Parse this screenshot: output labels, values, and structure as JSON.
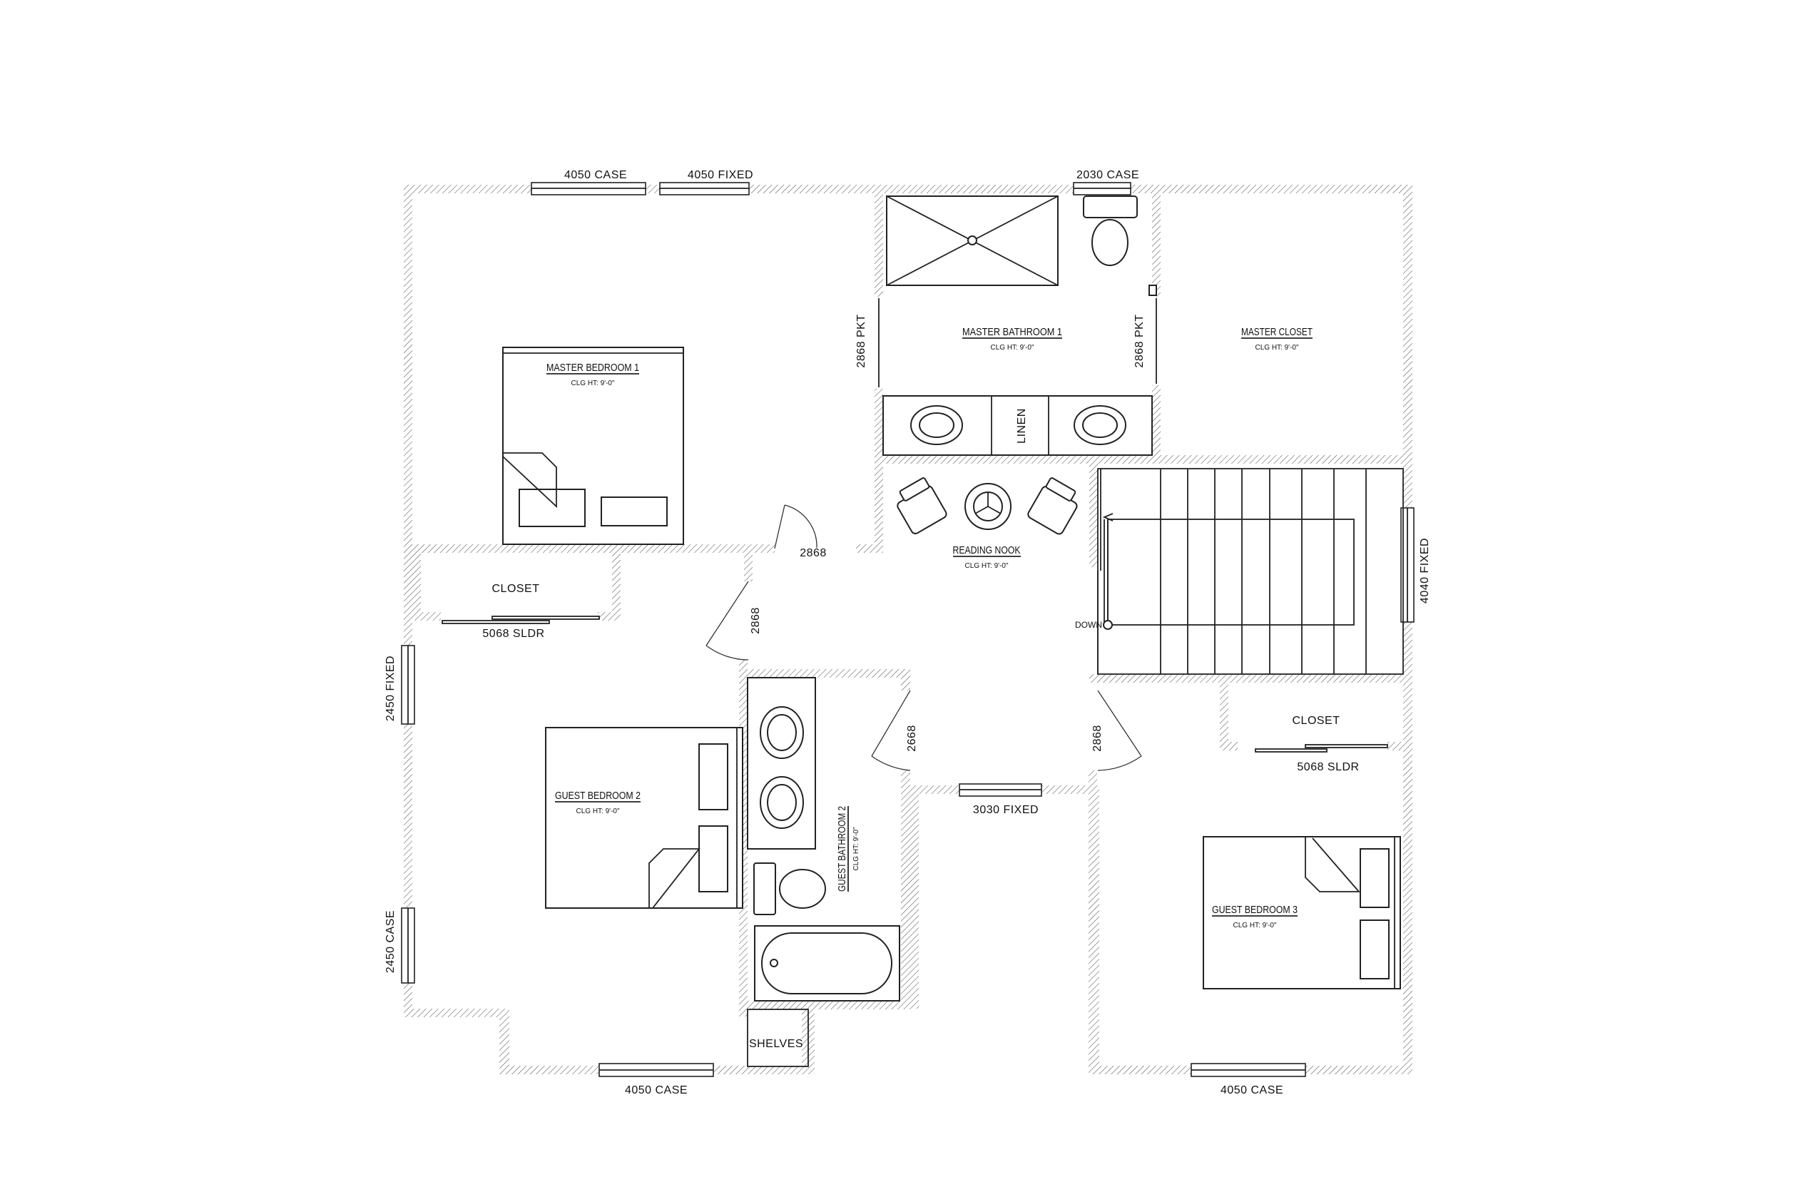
{
  "rooms": {
    "master_bedroom": {
      "name": "MASTER BEDROOM 1",
      "ceiling": "CLG HT: 9'-0\""
    },
    "master_bathroom": {
      "name": "MASTER BATHROOM 1",
      "ceiling": "CLG HT: 9'-0\""
    },
    "master_closet": {
      "name": "MASTER CLOSET",
      "ceiling": "CLG HT: 9'-0\""
    },
    "reading_nook": {
      "name": "READING NOOK",
      "ceiling": "CLG HT: 9'-0\""
    },
    "guest_bedroom_2": {
      "name": "GUEST BEDROOM 2",
      "ceiling": "CLG HT: 9'-0\""
    },
    "guest_bathroom_2": {
      "name": "GUEST BATHROOM 2",
      "ceiling": "CLG HT: 9'-0\""
    },
    "guest_bedroom_3": {
      "name": "GUEST BEDROOM 3",
      "ceiling": "CLG HT: 9'-0\""
    },
    "closet_left": {
      "name": "CLOSET"
    },
    "closet_right": {
      "name": "CLOSET"
    },
    "linen": {
      "name": "LINEN"
    },
    "shelves": {
      "name": "SHELVES"
    }
  },
  "windows": {
    "w_top_1": "4050 CASE",
    "w_top_2": "4050 FIXED",
    "w_top_3": "2030 CASE",
    "w_right": "4040 FIXED",
    "w_left_1": "2450 FIXED",
    "w_left_2": "2450 CASE",
    "w_bottom_1": "4050 CASE",
    "w_bottom_2": "4050 CASE",
    "w_center": "3030 FIXED"
  },
  "doors": {
    "d_pkt_1": "2868 PKT",
    "d_pkt_2": "2868 PKT",
    "d_master": "2868",
    "d_guest2": "2868",
    "d_bath2": "2668",
    "d_guest3": "2868",
    "d_sldr_1": "5068 SLDR",
    "d_sldr_2": "5068 SLDR"
  },
  "stairs": {
    "label": "DOWN"
  }
}
